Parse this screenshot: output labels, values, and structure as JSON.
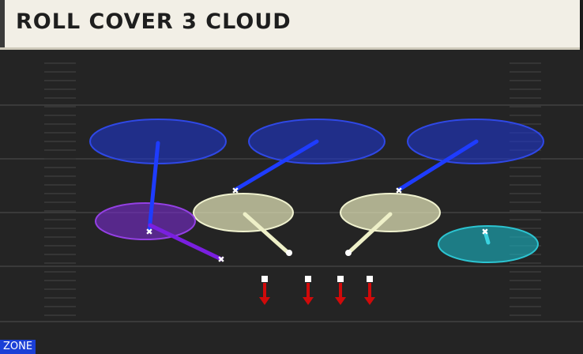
{
  "header": {
    "title": "ROLL COVER 3 CLOUD"
  },
  "legend": {
    "coverage_type": "ZONE"
  },
  "colors": {
    "deep_zone": "#1f35c8",
    "hook_zone": "#e3e5b8",
    "curl_flat_zone": "#7a2bd0",
    "flat_zone": "#1aa6b4",
    "blitz": "#d00a0a",
    "badge": "#1a3fd6"
  },
  "zones": [
    {
      "name": "deep-left",
      "type": "deep"
    },
    {
      "name": "deep-middle",
      "type": "deep"
    },
    {
      "name": "deep-right",
      "type": "deep"
    },
    {
      "name": "hook-left",
      "type": "hook"
    },
    {
      "name": "hook-right",
      "type": "hook"
    },
    {
      "name": "curl-flat-left",
      "type": "curl_flat"
    },
    {
      "name": "flat-right",
      "type": "flat"
    }
  ],
  "rushers": 4
}
